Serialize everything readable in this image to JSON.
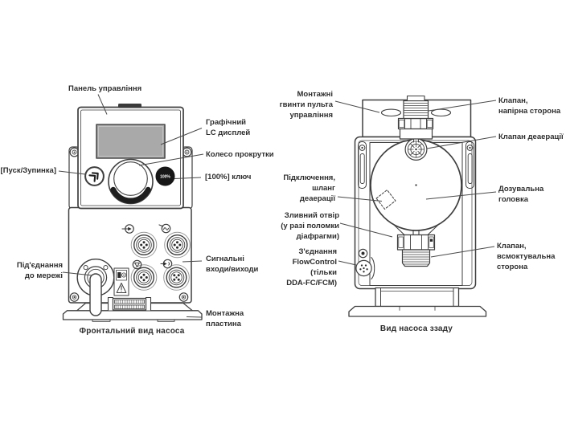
{
  "diagram": {
    "front": {
      "caption": "Фронтальний вид насоса",
      "key100_text": "100%",
      "labels": {
        "control_panel": "Панель управління",
        "graphic_display": "Графічний\nLC дисплей",
        "scroll_wheel": "Колесо прокрутки",
        "start_stop": "[Пуск/Зупинка]",
        "key_100": "[100%] ключ",
        "mains_connection": "Під'єднання\nдо мережі",
        "signal_io": "Сигнальні\nвходи/виходи",
        "mounting_plate": "Монтажна\nпластина"
      }
    },
    "rear": {
      "caption": "Вид насоса ззаду",
      "labels": {
        "panel_mounting_screws": "Монтажні\nгвинти пульта\nуправління",
        "valve_discharge": "Клапан,\nнапірна сторона",
        "deaeration_valve": "Клапан деаерації",
        "deaeration_hose": "Підключення,\nшланг\nдеаерації",
        "dosing_head": "Дозувальна\nголовка",
        "drain_hole": "Зливний отвір\n(у разі поломки\nдіафрагми)",
        "flowcontrol": "З'єднання\nFlowControl\n(тільки\nDDA-FC/FCM)",
        "valve_suction": "Клапан,\nвсмоктувальна\nсторона"
      }
    },
    "colors": {
      "line": "#3e3e3e",
      "display_fill": "#a9a9a9",
      "dark_fill": "#1e1e1e",
      "background": "#ffffff"
    }
  }
}
